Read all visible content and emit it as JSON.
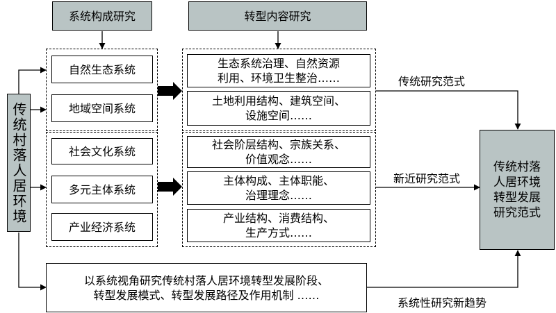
{
  "headers": {
    "system_composition": "系统构成研究",
    "transformation_content": "转型内容研究"
  },
  "environment_label": "传统村落人居环境",
  "systems": [
    "自然生态系统",
    "地域空间系统",
    "社会文化系统",
    "多元主体系统",
    "产业经济系统"
  ],
  "contents": [
    "生态系统治理、自然资源\n利用、环境卫生整治……",
    "土地利用结构、建筑空间、\n设施空间……",
    "社会阶层结构、宗族关系、\n价值观念……",
    "主体构成、主体职能、\n治理理念……",
    "产业结构、消费结构、\n生产方式……"
  ],
  "paradigms": {
    "traditional": "传统研究范式",
    "recent": "新近研究范式",
    "new_trend": "系统性研究新趋势"
  },
  "result_box": "传统村落\n人居环境\n转型发展\n研究范式",
  "bottom_box": "以系统视角研究传统村落人居环境转型发展阶段、\n转型发展模式、转型发展路径及作用机制 ……"
}
